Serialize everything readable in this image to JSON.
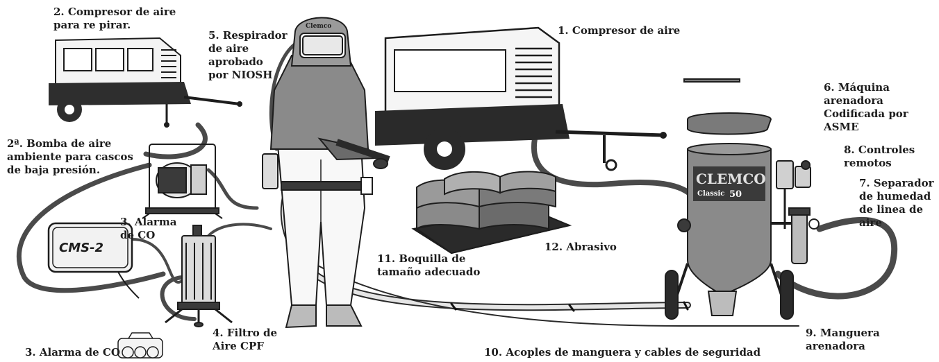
{
  "labels": {
    "compressor_breathing": [
      "2. Compresor de aire",
      "para re pirar."
    ],
    "ambient_pump": [
      "2ª. Bomba de aire",
      "ambiente para cascos",
      "de baja presión."
    ],
    "co_alarm_mid": [
      "3. Alarma",
      "de CO"
    ],
    "co_alarm_bottom": "3. Alarma de CO",
    "cpf_filter": [
      "4. Filtro de",
      "Aire CPF"
    ],
    "respirator": [
      "5. Respirador",
      "de aire",
      "aprobado",
      "por NIOSH"
    ],
    "compressor_main": "1. Compresor de aire",
    "blast_machine": [
      "6. Máquina",
      "arenadora",
      "Codificada por",
      "ASME"
    ],
    "remote_controls": [
      "8. Controles",
      "remotos"
    ],
    "moisture_separator": [
      "7. Separador",
      "de humedad",
      "de linea de",
      "aire"
    ],
    "blast_hose": [
      "9. Manguera",
      "arenadora"
    ],
    "couplings": "10. Acoples de manguera y cables de seguridad",
    "nozzle": [
      "11. Boquilla de",
      "tamaño adecuado"
    ],
    "abrasive": "12. Abrasivo"
  },
  "device_text": {
    "cms_label": "CMS-2",
    "clemco_logo": "CLEMCO",
    "classic_label": "Classic",
    "classic_number": "50",
    "helmet_brand": "Clemco"
  },
  "colors": {
    "ink": "#1d1d1d",
    "hose": "#4a4a4a",
    "equipment_fill": "#3a3a3a",
    "hose_light": "#d8d8d8",
    "pot_fill": "#8a8a8a"
  }
}
